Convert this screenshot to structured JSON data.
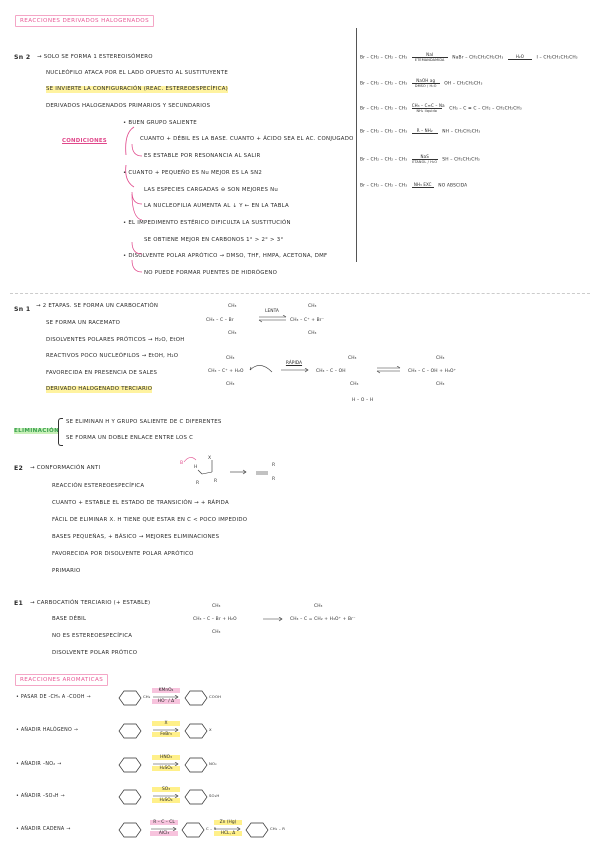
{
  "headers": {
    "derivados": "REACCIONES DERIVADOS HALOGENADOS",
    "aromatic": "REACCIONES AROMATICAS"
  },
  "sn2": {
    "label": "Sn 2",
    "lines": [
      "→ SOLO SE FORMA 1 ESTEREOISÓMERO",
      "NUCLEÓFILO ATACA POR EL LADO OPUESTO AL SUSTITUYENTE",
      "SE INVIERTE LA CONFIGURACIÓN (REAC. ESTEREOESPECÍFICA)",
      "DERIVADOS HALOGENADOS PRIMARIOS Y SECUNDARIOS"
    ],
    "conditions_label": "CONDICIONES",
    "conditions": [
      "• BUEN GRUPO SALIENTE",
      "CUANTO + DÉBIL ES LA BASE. CUANTO + ÁCIDO SEA EL AC. CONJUGADO",
      "ES ESTABLE POR RESONANCIA AL SALIR",
      "• CUANTO + PEQUEÑO ES Nu MEJOR ES LA SN2",
      "LAS ESPECIES CARGADAS ⊖ SON MEJORES Nu",
      "LA NUCLEOFILIA AUMENTA AL ↓ Y ← EN LA TABLA",
      "• EL IMPEDIMENTO ESTÉRICO DIFICULTA LA SUSTITUCIÓN",
      "SE OBTIENE MEJOR EN CARBONOS 1° > 2° > 3°",
      "• DISOLVENTE POLAR APRÓTICO → DMSO, THF, HMPA, ACETONA, DMF",
      "NO PUEDE FORMAR PUENTES DE HIDRÓGENO"
    ]
  },
  "reactions_right": [
    {
      "lhs": "Br – CH₂ – CH₂ – CH₃",
      "reagent": "NaI",
      "cond": "ETEMANDAMIDA",
      "rhs": "NaBr – CH₂CH₂CH₂CH₃",
      "reagent2": "H₂O",
      "rhs2": "I – CH₂CH₂CH₂CH₃"
    },
    {
      "lhs": "Br – CH₂ – CH₂ – CH₃",
      "reagent": "NaOH ag",
      "cond": "DMSO / H₂O",
      "rhs": "OH – CH₂CH₂CH₃"
    },
    {
      "lhs": "Br – CH₂ – CH₂ – CH₃",
      "reagent": "CH₃ – C≡C – Na",
      "cond": "NH₃ líquido",
      "rhs": "CH₃ – C ≡ C – CH₂ – CH₂CH₂CH₃"
    },
    {
      "lhs": "Br – CH₂ – CH₂ – CH₃",
      "reagent": "R – NH₂",
      "cond": "",
      "rhs": "NH – CH₂CH₂CH₃"
    },
    {
      "lhs": "Br – CH₂ – CH₂ – CH₃",
      "reagent": "NaS",
      "cond": "ETANOL / H₂O",
      "rhs": "SH – CH₂CH₂CH₃"
    },
    {
      "lhs": "Br – CH₂ – CH₂ – CH₃",
      "reagent": "NH₃ EXC",
      "cond": "",
      "rhs": "NO ABSCIDA"
    }
  ],
  "sn1": {
    "label": "Sn 1",
    "lines": [
      "→ 2 ETAPAS. SE FORMA UN CARBOCATIÓN",
      "SE FORMA UN RACEMATO",
      "DISOLVENTES POLARES PRÓTICOS → H₂O, EtOH",
      "REACTIVOS POCO NUCLEÓFILOS → EtOH, H₂O",
      "FAVORECIDA EN PRESENCIA DE SALES",
      "DERIVADO HALOGENADO TERCIARIO"
    ],
    "mech": {
      "step1_lhs": "CH₃ – C – Br",
      "step1_arrow": "LENTA",
      "step1_rhs": "CH₃ – C⁺ + Br⁻",
      "step2_lhs": "CH₃ – C⁺ + H₂O",
      "step2_arrow": "RÁPIDA",
      "step2_mid": "CH₃ – C – OH",
      "step2_rhs": "CH₃ – C – OH + H₃O⁺",
      "ch3": "CH₃"
    }
  },
  "elim": {
    "label": "ELIMINACIÓN",
    "lines": [
      "SE ELIMINAN H Y GRUPO SALIENTE DE C DIFERENTES",
      "SE FORMA UN DOBLE ENLACE ENTRE LOS C"
    ]
  },
  "e2": {
    "label": "E2",
    "lines": [
      "→ CONFORMACIÓN ANTI",
      "REACCIÓN ESTEREOESPECÍFICA",
      "CUANTO + ESTABLE EL ESTADO DE TRANSICIÓN → + RÁPIDA",
      "FÁCIL DE ELIMINAR X. H TIENE QUE ESTAR EN C < POCO IMPEDIDO",
      "BASES PEQUEÑAS, + BÁSICO → MEJORES ELIMINACIONES",
      "FAVORECIDA POR DISOLVENTE POLAR APRÓTICO",
      "PRIMARIO"
    ]
  },
  "e1": {
    "label": "E1",
    "lines": [
      "→ CARBOCATIÓN TERCIARIO (+ ESTABLE)",
      "BASE DÉBIL",
      "NO ES ESTEREOESPECÍFICA",
      "DISOLVENTE POLAR PRÓTICO"
    ],
    "rxn_lhs": "CH₃ – C – Br + H₂O",
    "rxn_rhs": "CH₃ – C = CH₂ + H₃O⁺ + Br⁻"
  },
  "aromatic": [
    {
      "label": "• PASAR DE -CH₃ A -COOH →",
      "sub1": "CH₃",
      "reagent_top": "KMnO₄",
      "reagent_bot": "HO⁻ / Δ",
      "sub2": "COOH"
    },
    {
      "label": "• AÑADIR HALÓGENO →",
      "sub1": "",
      "reagent_top": "X",
      "reagent_bot": "FeBr₃",
      "sub2": "X"
    },
    {
      "label": "• AÑADIR –NO₂ →",
      "sub1": "",
      "reagent_top": "HNO₃",
      "reagent_bot": "H₂SO₄",
      "sub2": "NO₂"
    },
    {
      "label": "• AÑADIR –SO₃H →",
      "sub1": "",
      "reagent_top": "SO₃",
      "reagent_bot": "H₂SO₄",
      "sub2": "SO₃H"
    },
    {
      "label": "• AÑADIR CADENA →",
      "sub1": "",
      "reagent_top": "R – C – CL",
      "reagent_bot": "AlCl₃",
      "mid": "C – R",
      "reagent2_top": "Zn (Hg)",
      "reagent2_bot": "HCL, Δ",
      "sub2": "CH₂ – R"
    }
  ]
}
